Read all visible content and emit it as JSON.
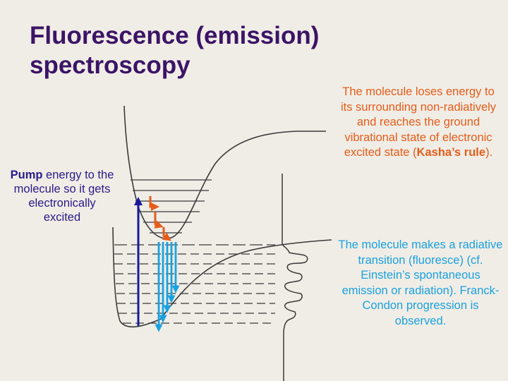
{
  "title": "Fluorescence (emission) spectroscopy",
  "pump_note": {
    "bold": "Pump",
    "rest": " energy to the molecule so it gets electronically excited"
  },
  "kasha_note": {
    "text": "The molecule loses energy to its surrounding non-radiatively and reaches the ground vibrational state of electronic excited state (",
    "bold": "Kasha’s rule",
    "tail": ")."
  },
  "fluorescence_note": "The molecule makes a radiative transition (fluoresce) (cf. Einstein’s spontaneous emission or radiation). Franck-Condon progression is observed.",
  "colors": {
    "title": "#3b1466",
    "pump_text": "#2a1a8a",
    "pump_arrow": "#1a1a9e",
    "relaxation": "#e65c1a",
    "emission": "#1aa1e0",
    "ink": "#3a3a3a",
    "background": "#f0ede6"
  }
}
